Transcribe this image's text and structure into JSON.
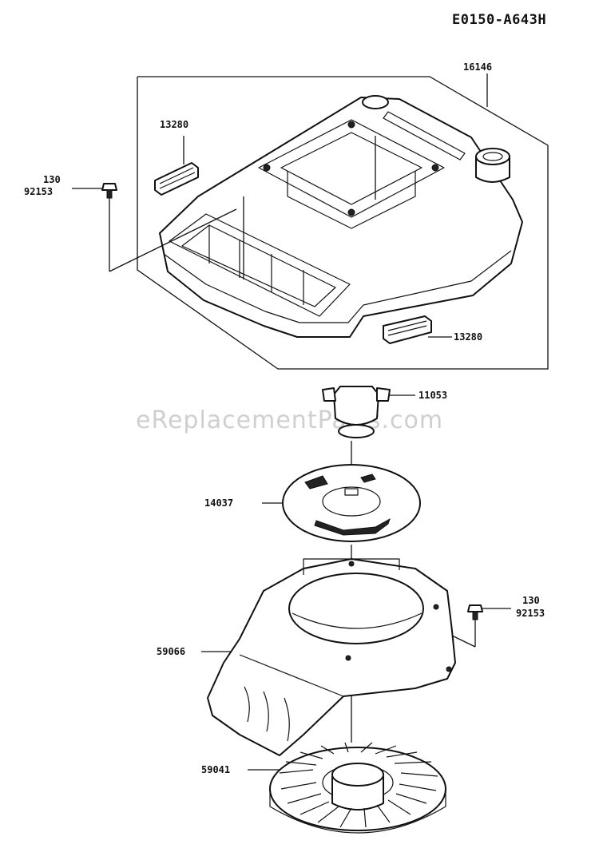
{
  "diagram_code": "E0150-A643H",
  "watermark": "eReplacementParts.com",
  "labels": {
    "housing": "16146",
    "filter_top": "13280",
    "filter_bottom": "13280",
    "bolt_left_qty": "130",
    "bolt_left_part": "92153",
    "bolt_right_qty": "130",
    "bolt_right_part": "92153",
    "hub": "11053",
    "plate": "14037",
    "shroud": "59066",
    "fan": "59041"
  }
}
